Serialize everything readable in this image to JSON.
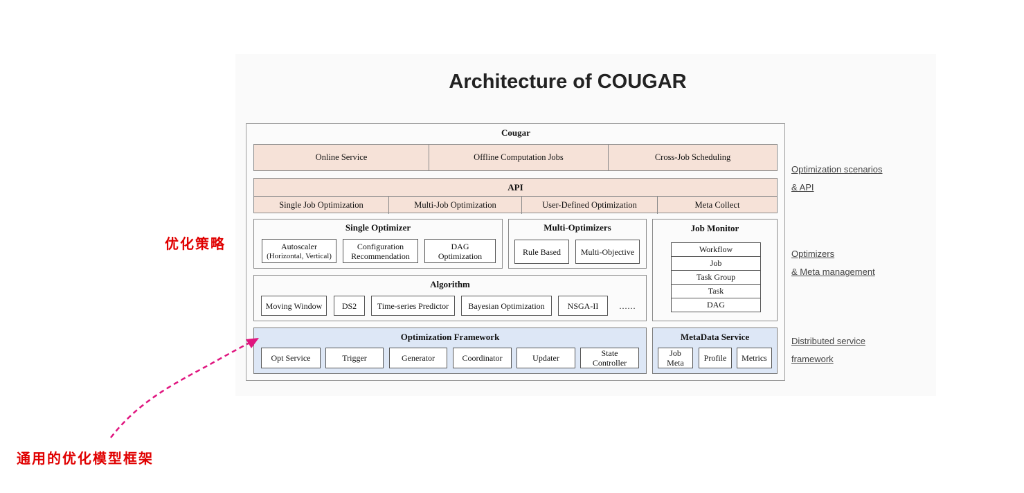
{
  "title": "Architecture of COUGAR",
  "cougar": {
    "label": "Cougar",
    "scenarios": [
      "Online Service",
      "Offline Computation Jobs",
      "Cross-Job Scheduling"
    ]
  },
  "api": {
    "label": "API",
    "items": [
      "Single Job Optimization",
      "Multi-Job Optimization",
      "User-Defined Optimization",
      "Meta Collect"
    ]
  },
  "single_optimizer": {
    "label": "Single Optimizer",
    "items": [
      {
        "line1": "Autoscaler",
        "line2": "(Horizontal, Vertical)"
      },
      {
        "line1": "Configuration",
        "line2": "Recommendation"
      },
      {
        "line1": "DAG",
        "line2": "Optimization"
      }
    ]
  },
  "multi_optimizers": {
    "label": "Multi-Optimizers",
    "items": [
      "Rule Based",
      "Multi-Objective"
    ]
  },
  "job_monitor": {
    "label": "Job Monitor",
    "items": [
      "Workflow",
      "Job",
      "Task Group",
      "Task",
      "DAG"
    ]
  },
  "algorithm": {
    "label": "Algorithm",
    "items": [
      "Moving Window",
      "DS2",
      "Time-series Predictor",
      "Bayesian Optimization",
      "NSGA-II"
    ],
    "ellipsis": "……"
  },
  "optimization_framework": {
    "label": "Optimization Framework",
    "items": [
      "Opt Service",
      "Trigger",
      "Generator",
      "Coordinator",
      "Updater"
    ],
    "state_controller": {
      "line1": "State",
      "line2": "Controller"
    }
  },
  "metadata_service": {
    "label": "MetaData Service",
    "job_meta": {
      "line1": "Job",
      "line2": "Meta"
    },
    "items": [
      "Profile",
      "Metrics"
    ]
  },
  "side_labels": {
    "scenarios": {
      "line1": "Optimization scenarios",
      "line2": "& API"
    },
    "optimizers": {
      "line1": "Optimizers",
      "line2": "& Meta management"
    },
    "distributed": {
      "line1": "Distributed service",
      "line2": "framework"
    }
  },
  "annotations": {
    "strategy": "优化策略",
    "framework": "通用的优化模型框架",
    "color": "#e00000",
    "arrow_color": "#e0157f"
  },
  "colors": {
    "salmon": "#f6e2d8",
    "blue": "#dde7f6"
  }
}
